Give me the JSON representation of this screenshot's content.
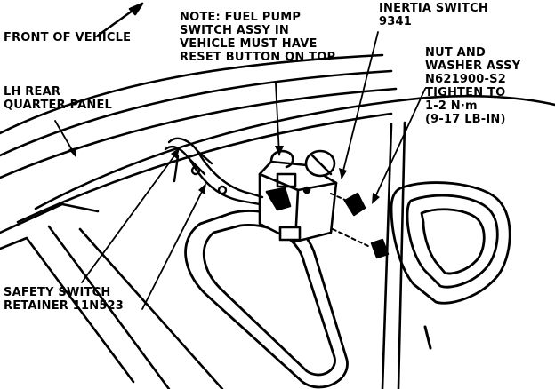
{
  "labels": {
    "front_of_vehicle": "FRONT OF VEHICLE",
    "note": "NOTE: FUEL PUMP\nSWITCH ASSY IN\nVEHICLE MUST HAVE\nRESET BUTTON ON TOP",
    "inertia_switch": "INERTIA SWITCH\n9341",
    "nut_washer": "NUT AND\nWASHER ASSY\nN621900-S2\nTIGHTEN TO\n1-2 N·m\n(9-17 LB-IN)",
    "lh_rear": "LH REAR\nQUARTER PANEL",
    "safety_switch": "SAFETY SWITCH\nRETAINER 11N523"
  },
  "colors": {
    "ink": "#000000",
    "paper": "#ffffff"
  }
}
